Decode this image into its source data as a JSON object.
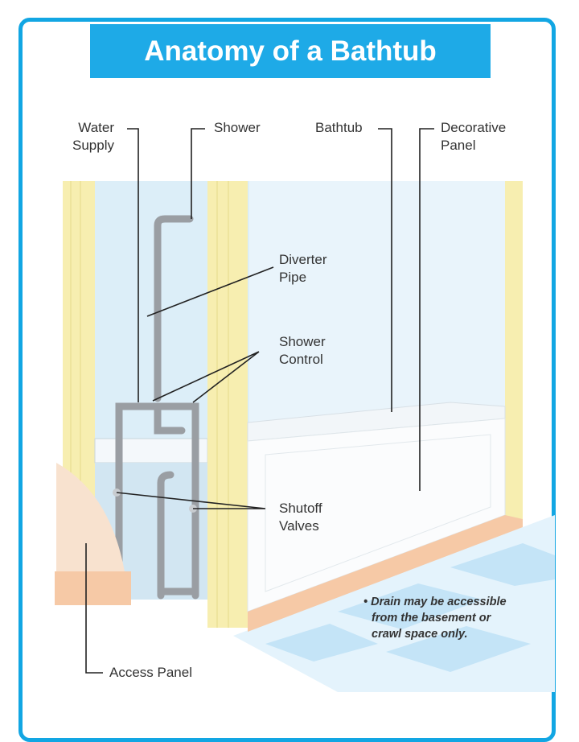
{
  "title": "Anatomy of a Bathtub",
  "labels": {
    "water_supply_1": "Water",
    "water_supply_2": "Supply",
    "shower": "Shower",
    "bathtub": "Bathtub",
    "decorative_panel_1": "Decorative",
    "decorative_panel_2": "Panel",
    "diverter_pipe_1": "Diverter",
    "diverter_pipe_2": "Pipe",
    "shower_control_1": "Shower",
    "shower_control_2": "Control",
    "shutoff_valves_1": "Shutoff",
    "shutoff_valves_2": "Valves",
    "access_panel": "Access Panel"
  },
  "note": {
    "line1": "• Drain may be accessible",
    "line2": "from the basement or",
    "line3": "crawl space only."
  },
  "colors": {
    "accent": "#1eaae7",
    "wall_post": "#f7eeb0",
    "pipe": "#9a9ea3",
    "base": "#f6c9a6",
    "floor": "#cfe9f8"
  }
}
